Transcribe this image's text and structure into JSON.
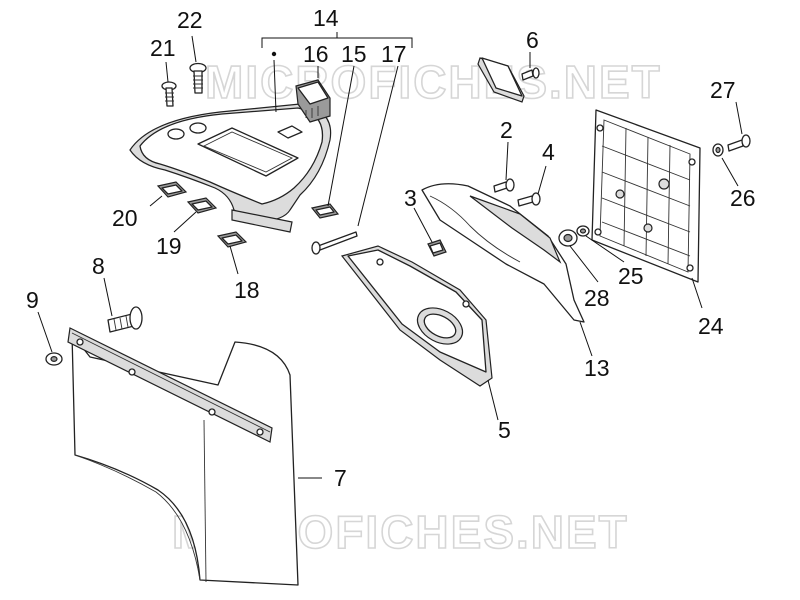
{
  "watermark": "MICROFICHES.NET",
  "callouts": [
    "2",
    "3",
    "4",
    "5",
    "6",
    "7",
    "8",
    "9",
    "13",
    "14",
    "15",
    "16",
    "17",
    "18",
    "19",
    "20",
    "21",
    "22",
    "24",
    "25",
    "26",
    "27",
    "28"
  ],
  "colors": {
    "line": "#222222",
    "shade": "#dcdcdc",
    "watermark": "#d6d6d6"
  }
}
